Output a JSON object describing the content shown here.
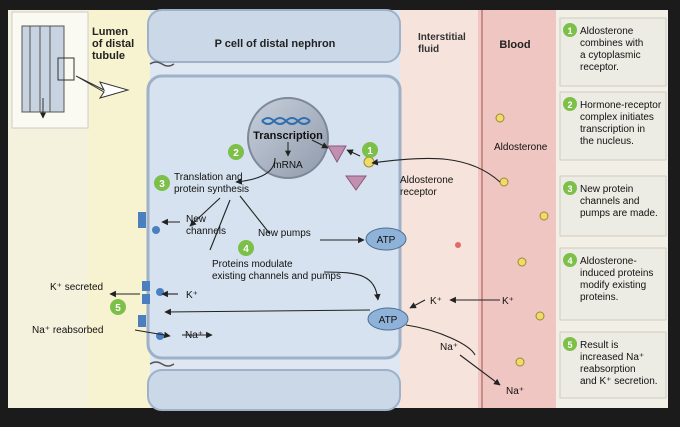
{
  "regions": {
    "lumen": "Lumen\nof distal\ntubule",
    "cell": "P cell of distal nephron",
    "interstitial": "Interstitial\nfluid",
    "blood": "Blood"
  },
  "labels": {
    "transcription": "Transcription",
    "mrna": "mRNA",
    "translation": "Translation and\nprotein synthesis",
    "new_channels": "New\nchannels",
    "new_pumps": "New pumps",
    "modulate": "Proteins modulate\nexisting channels and pumps",
    "aldo_receptor": "Aldosterone\nreceptor",
    "aldosterone": "Aldosterone",
    "atp": "ATP",
    "k_secreted": "K⁺ secreted",
    "na_reabsorbed": "Na⁺ reabsorbed",
    "k_ion": "K⁺",
    "na_ion": "Na⁺"
  },
  "markers": [
    "1",
    "2",
    "3",
    "4",
    "5"
  ],
  "steps": [
    {
      "num": "1",
      "text": "Aldosterone\ncombines with\na cytoplasmic\nreceptor."
    },
    {
      "num": "2",
      "text": "Hormone-receptor\ncomplex initiates\ntranscription in\nthe nucleus."
    },
    {
      "num": "3",
      "text": "New protein\nchannels and\npumps are made."
    },
    {
      "num": "4",
      "text": "Aldosterone-\ninduced proteins\nmodify existing\nproteins."
    },
    {
      "num": "5",
      "text": "Result is\nincreased Na⁺\nreabsorption\nand K⁺ secretion."
    }
  ],
  "colors": {
    "lumen": "#f7f2cf",
    "cell": "#d8e3f0",
    "membrane": "#b8c8dc",
    "interstitial": "#f6e3dc",
    "blood": "#efc6c1",
    "nucleus": "#a9b3c2",
    "step_green": "#7cc049",
    "step_box": "#ecebe4",
    "atp": "#8fb3d8",
    "aldosterone_dot": "#f0da6c",
    "receptor": "#c18fb0"
  },
  "icons": [
    "tubule-cross-section-icon",
    "aldosterone-molecule-icon",
    "receptor-icon",
    "channel-icon",
    "atp-pump-icon",
    "dna-helix-icon"
  ]
}
